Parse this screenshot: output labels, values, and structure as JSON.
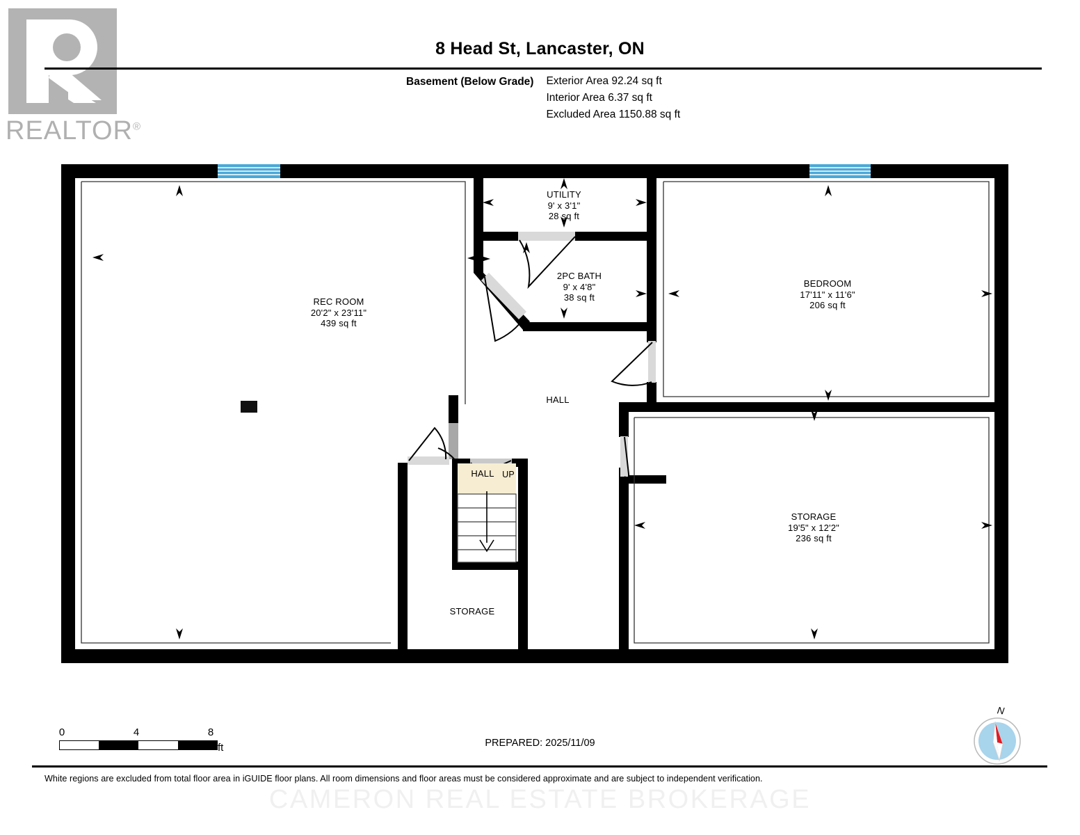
{
  "logo": {
    "mark_name": "realtor-r-mark",
    "wordmark": "REALTOR",
    "registered": "®",
    "color": "#b3b3b3"
  },
  "header": {
    "title": "8 Head St, Lancaster, ON",
    "floor_label": "Basement (Below Grade)",
    "areas": [
      "Exterior Area 92.24 sq ft",
      "Interior Area 6.37 sq ft",
      "Excluded Area 1150.88 sq ft"
    ]
  },
  "rooms": {
    "rec_room": {
      "name": "REC ROOM",
      "dim": "20'2\" x 23'11\"",
      "area": "439 sq ft"
    },
    "utility": {
      "name": "UTILITY",
      "dim": "9' x 3'1\"",
      "area": "28 sq ft"
    },
    "bath": {
      "name": "2PC BATH",
      "dim": "9' x 4'8\"",
      "area": "38 sq ft"
    },
    "bedroom": {
      "name": "BEDROOM",
      "dim": "17'11\" x 11'6\"",
      "area": "206 sq ft"
    },
    "hall_main": {
      "name": "HALL",
      "dim": "",
      "area": ""
    },
    "storage_right": {
      "name": "STORAGE",
      "dim": "19'5\" x 12'2\"",
      "area": "236 sq ft"
    },
    "storage_bottom": {
      "name": "STORAGE",
      "dim": "",
      "area": ""
    },
    "stair_hall": {
      "name": "HALL"
    },
    "stair_up": {
      "name": "UP"
    }
  },
  "scale": {
    "ticks": [
      "0",
      "4",
      "8"
    ],
    "unit": "ft"
  },
  "prepared": "PREPARED: 2025/11/09",
  "compass": {
    "north_label": "N",
    "needle_color": "#e01b24",
    "dial_color": "#a8d4ec"
  },
  "footer": {
    "disclaimer": "White regions are excluded from total floor area in iGUIDE floor plans. All room dimensions and floor areas must be considered approximate and are subject to independent verification.",
    "watermark": "CAMERON REAL ESTATE BROKERAGE"
  },
  "colors": {
    "wall": "#000000",
    "window": "#4aa8d8",
    "door_threshold": "#d9d9d9",
    "stair_landing": "#f7edd2",
    "dimension_line": "#333333"
  }
}
